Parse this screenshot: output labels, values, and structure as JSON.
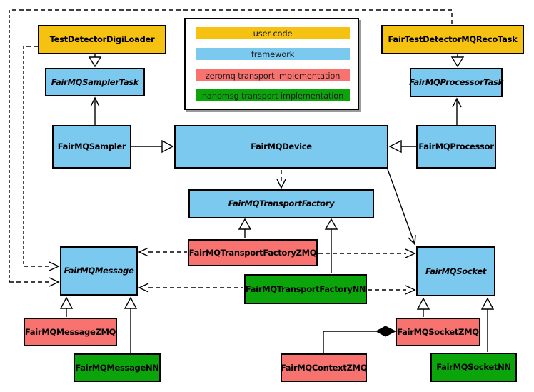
{
  "diagram": {
    "colors": {
      "user_code": "#F5C211",
      "framework": "#7CC9F0",
      "zeromq_impl": "#F8736F",
      "nanomsg_impl": "#0BA50B",
      "border": "#000000",
      "legend_shadow": "#9a9a9a"
    },
    "legend": {
      "items": [
        {
          "label": "user code",
          "color": "#F5C211"
        },
        {
          "label": "framework",
          "color": "#7CC9F0"
        },
        {
          "label": "zeromq transport implementation",
          "color": "#F8736F"
        },
        {
          "label": "nanomsg transport implementation",
          "color": "#0BA50B"
        }
      ]
    },
    "nodes": {
      "test_detector_digi_loader": {
        "label": "TestDetectorDigiLoader",
        "category": "user code",
        "abstract": false
      },
      "fair_test_detector_mq_reco_task": {
        "label": "FairTestDetectorMQRecoTask",
        "category": "user code",
        "abstract": false
      },
      "fairmq_sampler_task": {
        "label": "FairMQSamplerTask",
        "category": "framework",
        "abstract": true
      },
      "fairmq_processor_task": {
        "label": "FairMQProcessorTask",
        "category": "framework",
        "abstract": true
      },
      "fairmq_sampler": {
        "label": "FairMQSampler",
        "category": "framework",
        "abstract": false
      },
      "fairmq_device": {
        "label": "FairMQDevice",
        "category": "framework",
        "abstract": false
      },
      "fairmq_processor": {
        "label": "FairMQProcessor",
        "category": "framework",
        "abstract": false
      },
      "fairmq_transport_factory": {
        "label": "FairMQTransportFactory",
        "category": "framework",
        "abstract": true
      },
      "fairmq_transport_factory_zmq": {
        "label": "FairMQTransportFactoryZMQ",
        "category": "zeromq transport implementation",
        "abstract": false
      },
      "fairmq_transport_factory_nn": {
        "label": "FairMQTransportFactoryNN",
        "category": "nanomsg transport implementation",
        "abstract": false
      },
      "fairmq_message": {
        "label": "FairMQMessage",
        "category": "framework",
        "abstract": true
      },
      "fairmq_socket": {
        "label": "FairMQSocket",
        "category": "framework",
        "abstract": true
      },
      "fairmq_message_zmq": {
        "label": "FairMQMessageZMQ",
        "category": "zeromq transport implementation",
        "abstract": false
      },
      "fairmq_message_nn": {
        "label": "FairMQMessageNN",
        "category": "nanomsg transport implementation",
        "abstract": false
      },
      "fairmq_context_zmq": {
        "label": "FairMQContextZMQ",
        "category": "zeromq transport implementation",
        "abstract": false
      },
      "fairmq_socket_zmq": {
        "label": "FairMQSocketZMQ",
        "category": "zeromq transport implementation",
        "abstract": false
      },
      "fairmq_socket_nn": {
        "label": "FairMQSocketNN",
        "category": "nanomsg transport implementation",
        "abstract": false
      }
    },
    "edges": [
      {
        "from": "TestDetectorDigiLoader",
        "to": "FairMQSamplerTask",
        "type": "generalization"
      },
      {
        "from": "FairTestDetectorMQRecoTask",
        "to": "FairMQProcessorTask",
        "type": "generalization"
      },
      {
        "from": "FairMQSampler",
        "to": "FairMQSamplerTask",
        "type": "association"
      },
      {
        "from": "FairMQProcessor",
        "to": "FairMQProcessorTask",
        "type": "association"
      },
      {
        "from": "FairMQSampler",
        "to": "FairMQDevice",
        "type": "generalization"
      },
      {
        "from": "FairMQProcessor",
        "to": "FairMQDevice",
        "type": "generalization"
      },
      {
        "from": "FairMQDevice",
        "to": "FairMQTransportFactory",
        "type": "dependency-dashed"
      },
      {
        "from": "FairMQDevice",
        "to": "FairMQSocket",
        "type": "association"
      },
      {
        "from": "FairMQTransportFactoryZMQ",
        "to": "FairMQTransportFactory",
        "type": "generalization"
      },
      {
        "from": "FairMQTransportFactoryNN",
        "to": "FairMQTransportFactory",
        "type": "generalization"
      },
      {
        "from": "FairMQTransportFactoryZMQ",
        "to": "FairMQMessage",
        "type": "dependency-dashed"
      },
      {
        "from": "FairMQTransportFactoryZMQ",
        "to": "FairMQSocket",
        "type": "dependency-dashed"
      },
      {
        "from": "FairMQTransportFactoryNN",
        "to": "FairMQMessage",
        "type": "dependency-dashed"
      },
      {
        "from": "FairMQTransportFactoryNN",
        "to": "FairMQSocket",
        "type": "dependency-dashed"
      },
      {
        "from": "TestDetectorDigiLoader",
        "to": "FairMQMessage",
        "type": "dependency-dashed"
      },
      {
        "from": "FairTestDetectorMQRecoTask",
        "to": "FairMQMessage",
        "type": "dependency-dashed"
      },
      {
        "from": "FairMQMessageZMQ",
        "to": "FairMQMessage",
        "type": "generalization"
      },
      {
        "from": "FairMQMessageNN",
        "to": "FairMQMessage",
        "type": "generalization"
      },
      {
        "from": "FairMQSocketZMQ",
        "to": "FairMQSocket",
        "type": "generalization"
      },
      {
        "from": "FairMQSocketNN",
        "to": "FairMQSocket",
        "type": "generalization"
      },
      {
        "from": "FairMQSocketZMQ",
        "to": "FairMQContextZMQ",
        "type": "composition"
      }
    ]
  }
}
